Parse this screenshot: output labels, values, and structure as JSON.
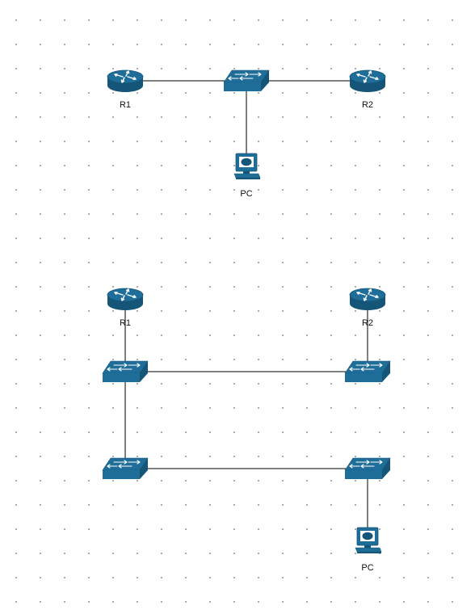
{
  "colors": {
    "device_fill": "#1f6e99",
    "device_dark": "#155577",
    "device_top": "#2f86b5",
    "link": "#000000"
  },
  "diagrams": [
    {
      "nodes": [
        {
          "id": "d1-r1",
          "kind": "router",
          "icon": "router-icon",
          "label": "R1"
        },
        {
          "id": "d1-sw",
          "kind": "switch",
          "icon": "switch-icon",
          "label": ""
        },
        {
          "id": "d1-r2",
          "kind": "router",
          "icon": "router-icon",
          "label": "R2"
        },
        {
          "id": "d1-pc",
          "kind": "pc",
          "icon": "pc-icon",
          "label": "PC"
        }
      ],
      "links": [
        [
          "d1-r1",
          "d1-sw"
        ],
        [
          "d1-sw",
          "d1-r2"
        ],
        [
          "d1-sw",
          "d1-pc"
        ]
      ]
    },
    {
      "nodes": [
        {
          "id": "d2-r1",
          "kind": "router",
          "icon": "router-icon",
          "label": "R1"
        },
        {
          "id": "d2-r2",
          "kind": "router",
          "icon": "router-icon",
          "label": "R2"
        },
        {
          "id": "d2-sw1",
          "kind": "switch",
          "icon": "switch-icon",
          "label": ""
        },
        {
          "id": "d2-sw2",
          "kind": "switch",
          "icon": "switch-icon",
          "label": ""
        },
        {
          "id": "d2-sw3",
          "kind": "switch",
          "icon": "switch-icon",
          "label": ""
        },
        {
          "id": "d2-sw4",
          "kind": "switch",
          "icon": "switch-icon",
          "label": ""
        },
        {
          "id": "d2-pc",
          "kind": "pc",
          "icon": "pc-icon",
          "label": "PC"
        }
      ],
      "links": [
        [
          "d2-r1",
          "d2-sw1"
        ],
        [
          "d2-r2",
          "d2-sw2"
        ],
        [
          "d2-sw1",
          "d2-sw2"
        ],
        [
          "d2-sw1",
          "d2-sw3"
        ],
        [
          "d2-sw3",
          "d2-sw4"
        ],
        [
          "d2-sw4",
          "d2-pc"
        ]
      ]
    }
  ]
}
